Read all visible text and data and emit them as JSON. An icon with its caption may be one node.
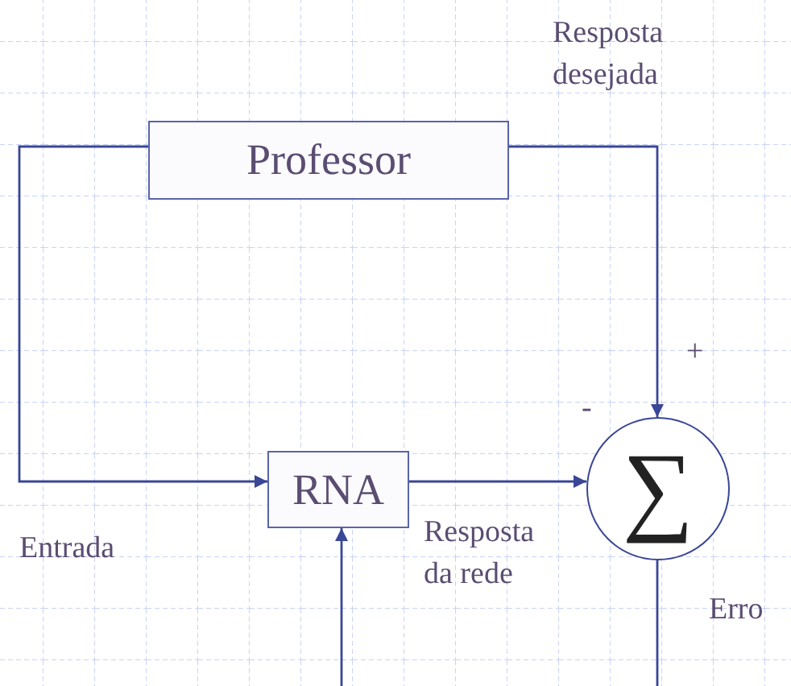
{
  "diagram": {
    "nodes": [
      {
        "text": [
          "Professor"
        ]
      },
      {
        "text": [
          "RNA"
        ]
      },
      {
        "text": [
          "∑"
        ]
      }
    ],
    "edges": [
      {
        "from": 0,
        "to": 1,
        "arrow": "to"
      },
      {
        "from": 0,
        "to": 2,
        "arrow": "to"
      },
      {
        "from": 1,
        "to": 2,
        "arrow": "to"
      },
      {
        "from": 2,
        "to": null,
        "arrow": "none"
      },
      {
        "from": null,
        "to": 1,
        "arrow": "to"
      }
    ],
    "labels": [
      "Resposta desejada",
      "+",
      "-",
      "Entrada",
      "Resposta da rede",
      "Erro"
    ]
  }
}
